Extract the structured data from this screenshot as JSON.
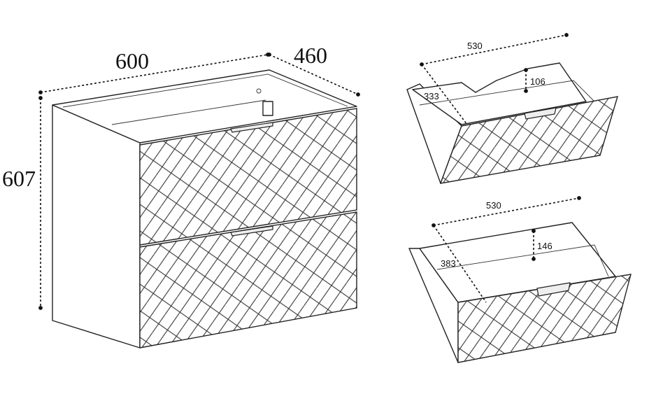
{
  "cabinet": {
    "width_label": "600",
    "depth_label": "460",
    "height_label": "607"
  },
  "top_drawer": {
    "width_label": "530",
    "depth_label": "333",
    "height_label": "106"
  },
  "bottom_drawer": {
    "width_label": "530",
    "depth_label": "383",
    "height_label": "146"
  }
}
